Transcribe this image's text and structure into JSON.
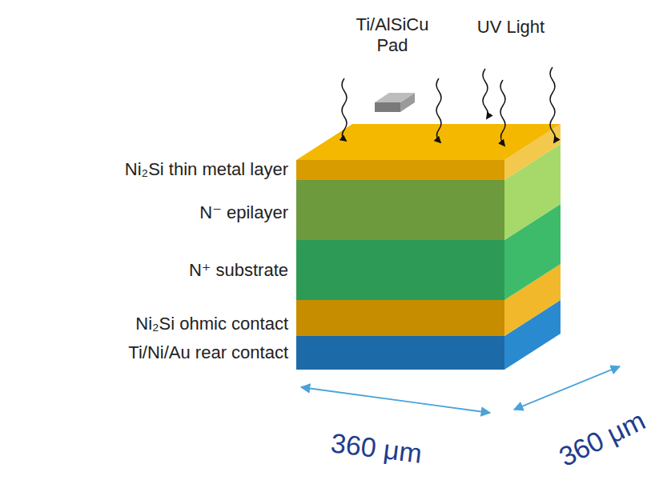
{
  "diagram": {
    "labels": [
      "Ti/AlSiCu Pad",
      "UV Light",
      "Ni₂Si thin metal layer",
      "N⁻ epilayer",
      "N⁺ substrate",
      "Ni₂Si ohmic contact",
      "Ti/Ni/Au rear contact",
      "360 μm",
      "360 μm"
    ]
  }
}
